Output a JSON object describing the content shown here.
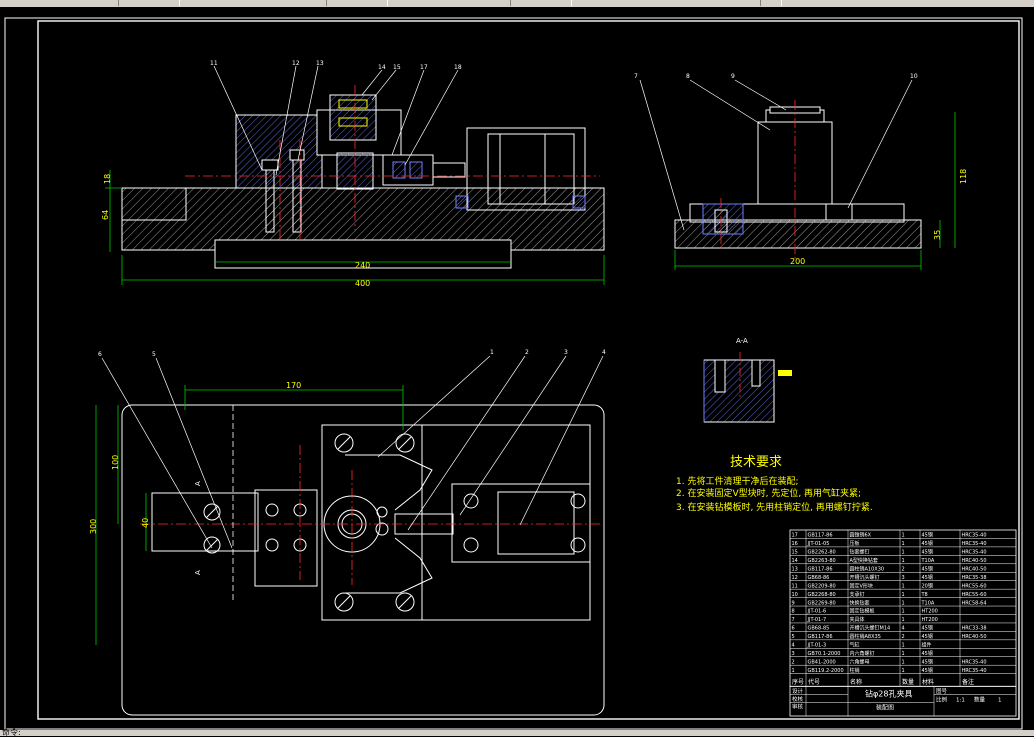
{
  "status_text": "命令:",
  "callouts": [
    "1",
    "2",
    "3",
    "4",
    "5",
    "6",
    "7",
    "8",
    "9",
    "10",
    "11",
    "12",
    "13",
    "14",
    "15",
    "17",
    "18"
  ],
  "dimensions": {
    "front_height_upper": "18",
    "front_height_lower": "64",
    "front_width_inner": "240",
    "front_width_total": "400",
    "side_width": "200",
    "side_height": "118",
    "side_base": "35",
    "plan_offset": "170",
    "plan_height": "100",
    "plan_total_height": "300",
    "plan_small": "40"
  },
  "section_label": "A-A",
  "section_marks": [
    "A",
    "A"
  ],
  "tech": {
    "title": "技术要求",
    "items": [
      "1. 先将工件清理干净后在装配;",
      "2. 在安装固定V型块时, 先定位, 再用气缸夹紧;",
      "3. 在安装钻模板时, 先用柱销定位, 再用螺钉拧紧."
    ]
  },
  "bom": [
    {
      "no": "17",
      "code": "GB117-86",
      "name": "圆锥销6X",
      "qty": "1",
      "mat": "45钢",
      "note": "HRC35-40"
    },
    {
      "no": "16",
      "code": "JJT-01-05",
      "name": "压板",
      "qty": "1",
      "mat": "45钢",
      "note": "HRC35-40"
    },
    {
      "no": "15",
      "code": "GB2262-80",
      "name": "钻套螺钉",
      "qty": "1",
      "mat": "45钢",
      "note": "HRC35-40"
    },
    {
      "no": "14",
      "code": "GB2263-80",
      "name": "A型快换钻套",
      "qty": "1",
      "mat": "T10A",
      "note": "HRC40-50"
    },
    {
      "no": "13",
      "code": "GB117-86",
      "name": "圆柱销A10X30",
      "qty": "2",
      "mat": "45钢",
      "note": "HRC40-50"
    },
    {
      "no": "12",
      "code": "GB68-86",
      "name": "开槽沉头螺钉",
      "qty": "3",
      "mat": "45钢",
      "note": "HRC35-38"
    },
    {
      "no": "11",
      "code": "GB2209-80",
      "name": "固定V形块",
      "qty": "1",
      "mat": "20钢",
      "note": "HRC55-60"
    },
    {
      "no": "10",
      "code": "GB2268-80",
      "name": "支承钉",
      "qty": "1",
      "mat": "T8",
      "note": "HRC55-60"
    },
    {
      "no": "9",
      "code": "GB2269-80",
      "name": "快换钻套",
      "qty": "1",
      "mat": "T10A",
      "note": "HRC58-64"
    },
    {
      "no": "8",
      "code": "JJT-01-6",
      "name": "固定钻模板",
      "qty": "1",
      "mat": "HT200",
      "note": ""
    },
    {
      "no": "7",
      "code": "JJT-01-7",
      "name": "夹具体",
      "qty": "1",
      "mat": "HT200",
      "note": ""
    },
    {
      "no": "6",
      "code": "GB68-85",
      "name": "开槽沉头螺钉M14",
      "qty": "4",
      "mat": "45钢",
      "note": "HRC33-38"
    },
    {
      "no": "5",
      "code": "GB117-86",
      "name": "圆柱销A8X35",
      "qty": "2",
      "mat": "45钢",
      "note": "HRC40-50"
    },
    {
      "no": "4",
      "code": "JJT-01-3",
      "name": "气缸",
      "qty": "1",
      "mat": "组件",
      "note": ""
    },
    {
      "no": "3",
      "code": "GB70.1-2000",
      "name": "内六角螺钉",
      "qty": "1",
      "mat": "45钢",
      "note": ""
    },
    {
      "no": "2",
      "code": "GB41-2000",
      "name": "六角螺母",
      "qty": "1",
      "mat": "45钢",
      "note": "HRC35-40"
    },
    {
      "no": "1",
      "code": "GB119.2-2000",
      "name": "柱销",
      "qty": "1",
      "mat": "45钢",
      "note": "HRC35-40"
    }
  ],
  "bom_header": {
    "no": "序号",
    "code": "代号",
    "name": "名称",
    "qty": "数量",
    "mat": "材料",
    "note": "备注"
  },
  "title_block": {
    "drawing_title": "钻φ28孔夹具",
    "designer": "设计",
    "checker": "校核",
    "approver": "审核",
    "scale_label": "比例",
    "scale": "1:1",
    "qty_label": "数量",
    "qty": "1",
    "drawing_no": "图号",
    "assembly": "装配图"
  },
  "colors": {
    "background": "#000000",
    "outline": "#ffffff",
    "hatch": "#ffffff",
    "centerline": "#ff2a2a",
    "dimension": "#00c800",
    "leader": "#ffffff",
    "text_yellow": "#ffff00",
    "highlight_blue": "#2a3aa0",
    "bushing_yellow": "#ffff00"
  }
}
